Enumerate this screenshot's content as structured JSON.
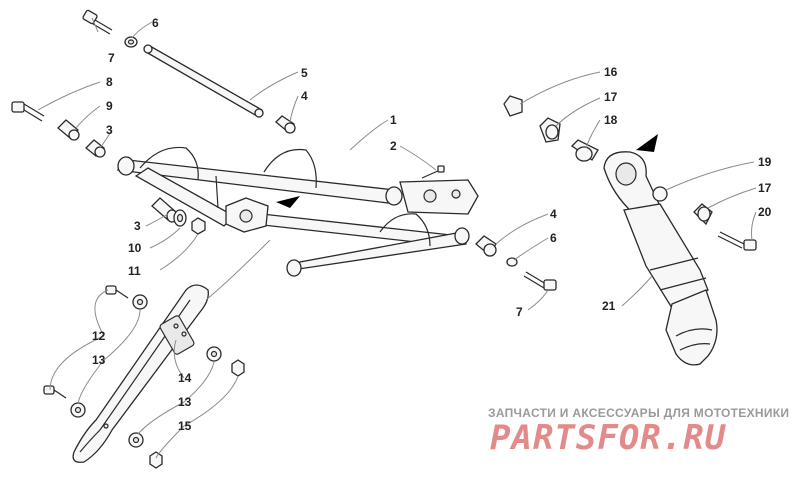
{
  "callouts": [
    {
      "n": "1"
    },
    {
      "n": "2"
    },
    {
      "n": "3"
    },
    {
      "n": "4"
    },
    {
      "n": "5"
    },
    {
      "n": "6"
    },
    {
      "n": "7"
    },
    {
      "n": "8"
    },
    {
      "n": "9"
    },
    {
      "n": "10"
    },
    {
      "n": "11"
    },
    {
      "n": "12"
    },
    {
      "n": "13"
    },
    {
      "n": "14"
    },
    {
      "n": "15"
    },
    {
      "n": "16"
    },
    {
      "n": "17"
    },
    {
      "n": "18"
    },
    {
      "n": "19"
    },
    {
      "n": "20"
    },
    {
      "n": "21"
    }
  ],
  "watermark": {
    "subtitle": "ЗАПЧАСТИ И АКСЕССУАРЫ ДЛЯ МОТОТЕХНИКИ",
    "logo": "PARTSFOR.RU"
  },
  "colors": {
    "background": "#ffffff",
    "line": "#2a2a2a",
    "leader": "#8c8c8c",
    "watermark_logo": "#e38a8a",
    "watermark_text": "#9a9a9a"
  }
}
